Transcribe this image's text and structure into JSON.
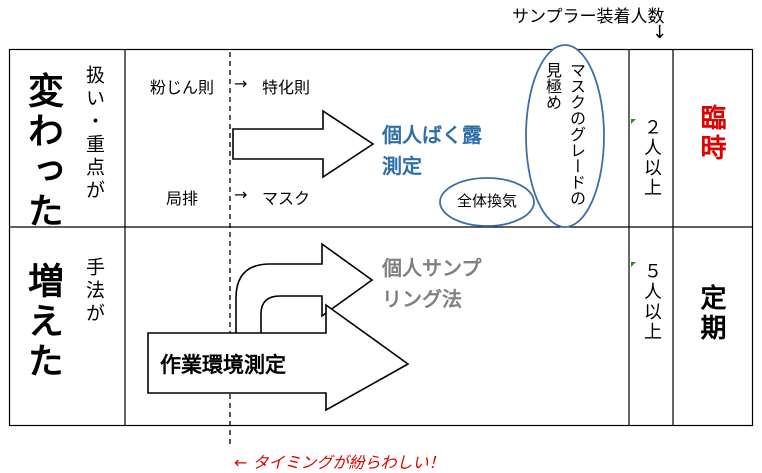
{
  "header": {
    "sampler_label": "サンプラー装着人数",
    "arrow": "↓"
  },
  "row1": {
    "big_label": "変わった",
    "sub_label": "扱い・重点が",
    "left_top": "粉じん則",
    "arrow_top": "→",
    "right_top": "特化則",
    "left_bottom": "局排",
    "arrow_bottom": "→",
    "right_bottom": "マスク",
    "main_method_line1": "個人ばく露",
    "main_method_line2": "測定",
    "bubble_ventilation": "全体換気",
    "bubble_mask": "マスクのグレードの見極め",
    "count": "２人以上",
    "type": "臨時"
  },
  "row2": {
    "big_label": "増えた",
    "sub_label": "手法が",
    "method_line1": "個人サンプ",
    "method_line2": "リング法",
    "big_arrow_label": "作業環境測定",
    "count": "５人以上",
    "type": "定期"
  },
  "footer": {
    "warning": "← タイミングが紛らわしい！"
  },
  "colors": {
    "blue_text": "#2e6fa8",
    "gray_text": "#808080",
    "red_text": "#e00000",
    "ellipse": "#3f6f9f",
    "warning": "#e00000",
    "marker": "#2e8b2e"
  }
}
